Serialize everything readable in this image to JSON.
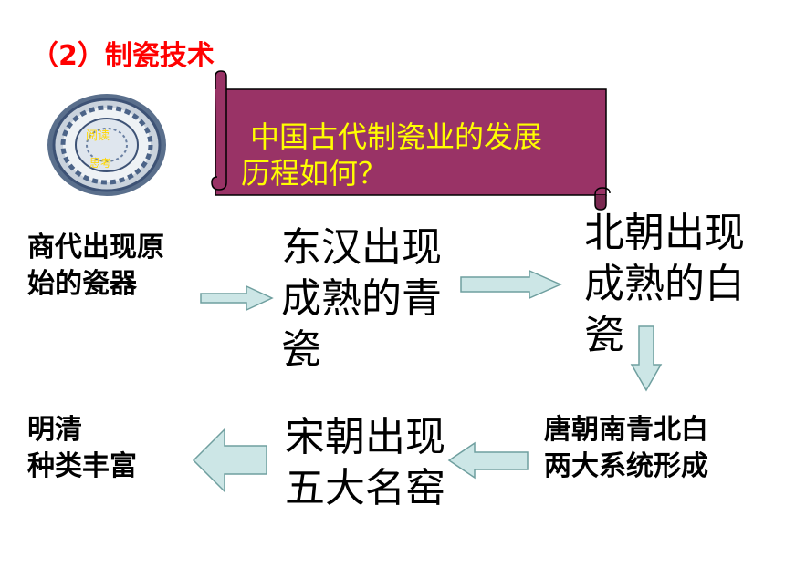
{
  "title": "（2）制瓷技术",
  "badge": {
    "line1": "阅读",
    "line2": "思考"
  },
  "scroll": {
    "line1": "中国古代制瓷业的发展",
    "line2": "历程如何？"
  },
  "stages": {
    "shang": "商代出现原\n始的瓷器",
    "donghan": "东汉出现\n成熟的青\n瓷",
    "beichao": "北朝出现\n成熟的白\n瓷",
    "tang": "唐朝南青北白\n两大系统形成",
    "song": "宋朝出现\n五大名窑",
    "mingqing": "明清\n种类丰富"
  },
  "colors": {
    "title": "#ff0000",
    "scroll_fill": "#993366",
    "scroll_text": "#ffff00",
    "arrow_fill": "#cce6e6",
    "arrow_stroke": "#6f9f9f"
  }
}
